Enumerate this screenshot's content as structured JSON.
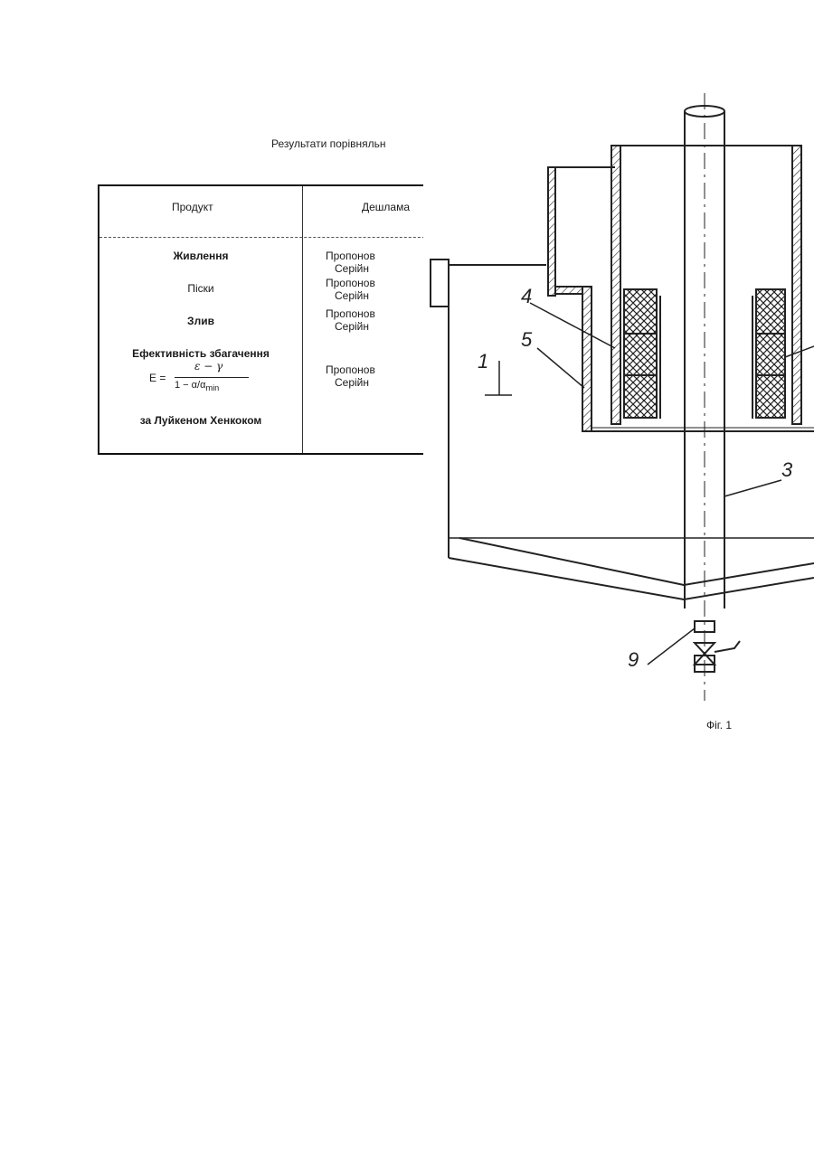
{
  "table": {
    "caption": "Результати порівняльн",
    "header": {
      "product": "Продукт",
      "desliming": "Дешлама"
    },
    "rows": [
      {
        "product": "Живлення",
        "lines": [
          "Пропонов",
          "Серійн"
        ]
      },
      {
        "product": "Піски",
        "lines": [
          "Пропонов",
          "Серійн"
        ]
      },
      {
        "product": "Злив",
        "lines": [
          "Пропонов",
          "Серійн"
        ]
      },
      {
        "product": "Ефективність збагачення",
        "lines": [
          "Пропонов",
          "Серійн"
        ]
      }
    ],
    "formula": {
      "lhs": "E =",
      "numerator": "ε − γ",
      "denominator": "1 − α/α",
      "subscript": "min"
    },
    "footer_row": "за Луйкеном Хенкоком"
  },
  "drawing": {
    "labels": [
      "4",
      "5",
      "1",
      "3",
      "9"
    ],
    "figure_caption": "Фіг. 1"
  }
}
